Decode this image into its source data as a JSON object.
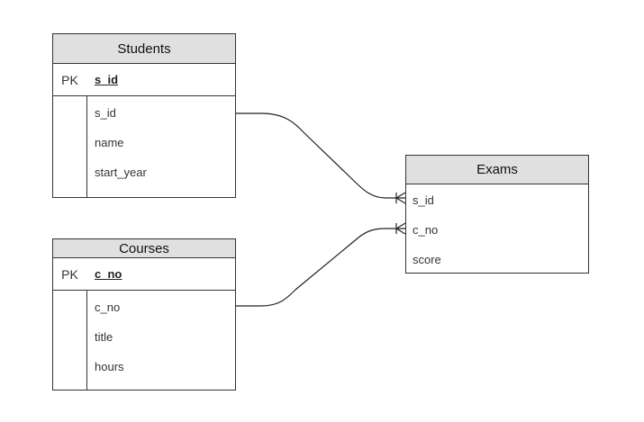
{
  "diagram": {
    "entities": {
      "students": {
        "title": "Students",
        "pk_label": "PK",
        "pk_field": "s_id",
        "attributes": [
          "s_id",
          "name",
          "start_year"
        ]
      },
      "courses": {
        "title": "Courses",
        "pk_label": "PK",
        "pk_field": "c_no",
        "attributes": [
          "c_no",
          "title",
          "hours"
        ]
      },
      "exams": {
        "title": "Exams",
        "attributes": [
          "s_id",
          "c_no",
          "score"
        ]
      }
    },
    "relationships": [
      {
        "from": "students.s_id",
        "to": "exams.s_id",
        "from_end": "one",
        "to_end": "many"
      },
      {
        "from": "courses.c_no",
        "to": "exams.c_no",
        "from_end": "one",
        "to_end": "many"
      }
    ],
    "colors": {
      "header_fill": "#e0e0e0",
      "border": "#333333",
      "connector": "#222222"
    }
  }
}
